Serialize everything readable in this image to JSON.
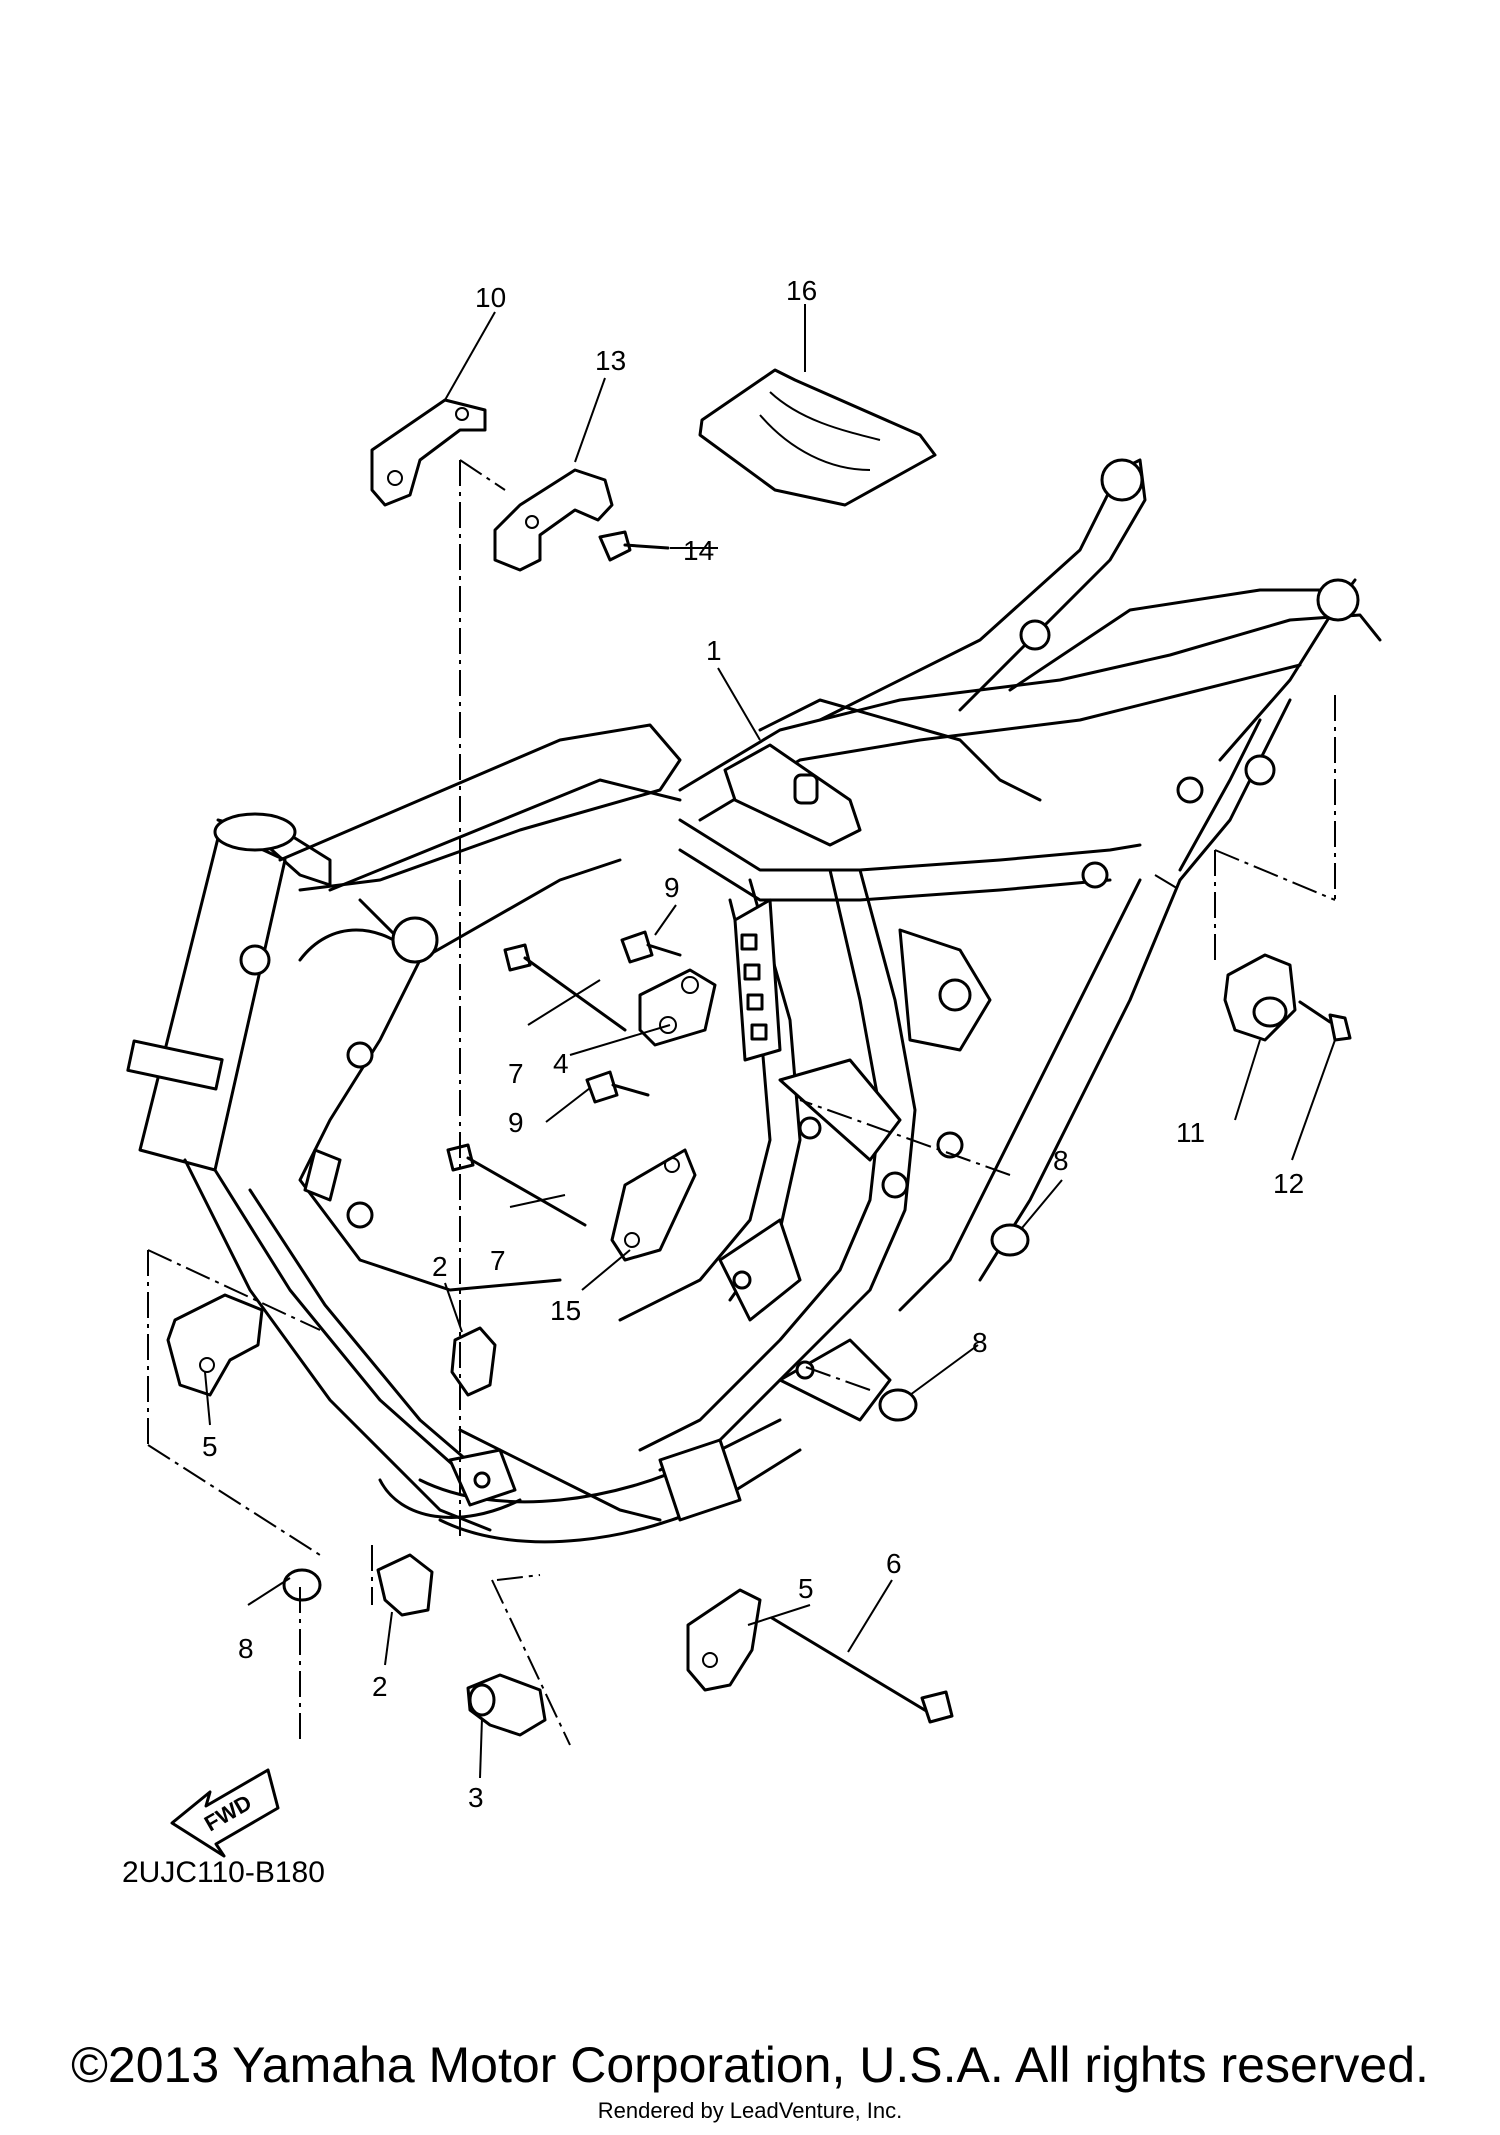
{
  "callouts": [
    {
      "label": "1"
    },
    {
      "label": "2"
    },
    {
      "label": "2"
    },
    {
      "label": "3"
    },
    {
      "label": "4"
    },
    {
      "label": "5"
    },
    {
      "label": "5"
    },
    {
      "label": "6"
    },
    {
      "label": "7"
    },
    {
      "label": "7"
    },
    {
      "label": "8"
    },
    {
      "label": "8"
    },
    {
      "label": "8"
    },
    {
      "label": "9"
    },
    {
      "label": "9"
    },
    {
      "label": "10"
    },
    {
      "label": "11"
    },
    {
      "label": "12"
    },
    {
      "label": "13"
    },
    {
      "label": "14"
    },
    {
      "label": "15"
    },
    {
      "label": "16"
    }
  ],
  "fwd_label": "FWD",
  "diagram_code": "2UJC110-B180",
  "copyright": "©2013 Yamaha Motor Corporation, U.S.A. All rights reserved.",
  "rendered_by": "Rendered by LeadVenture, Inc."
}
